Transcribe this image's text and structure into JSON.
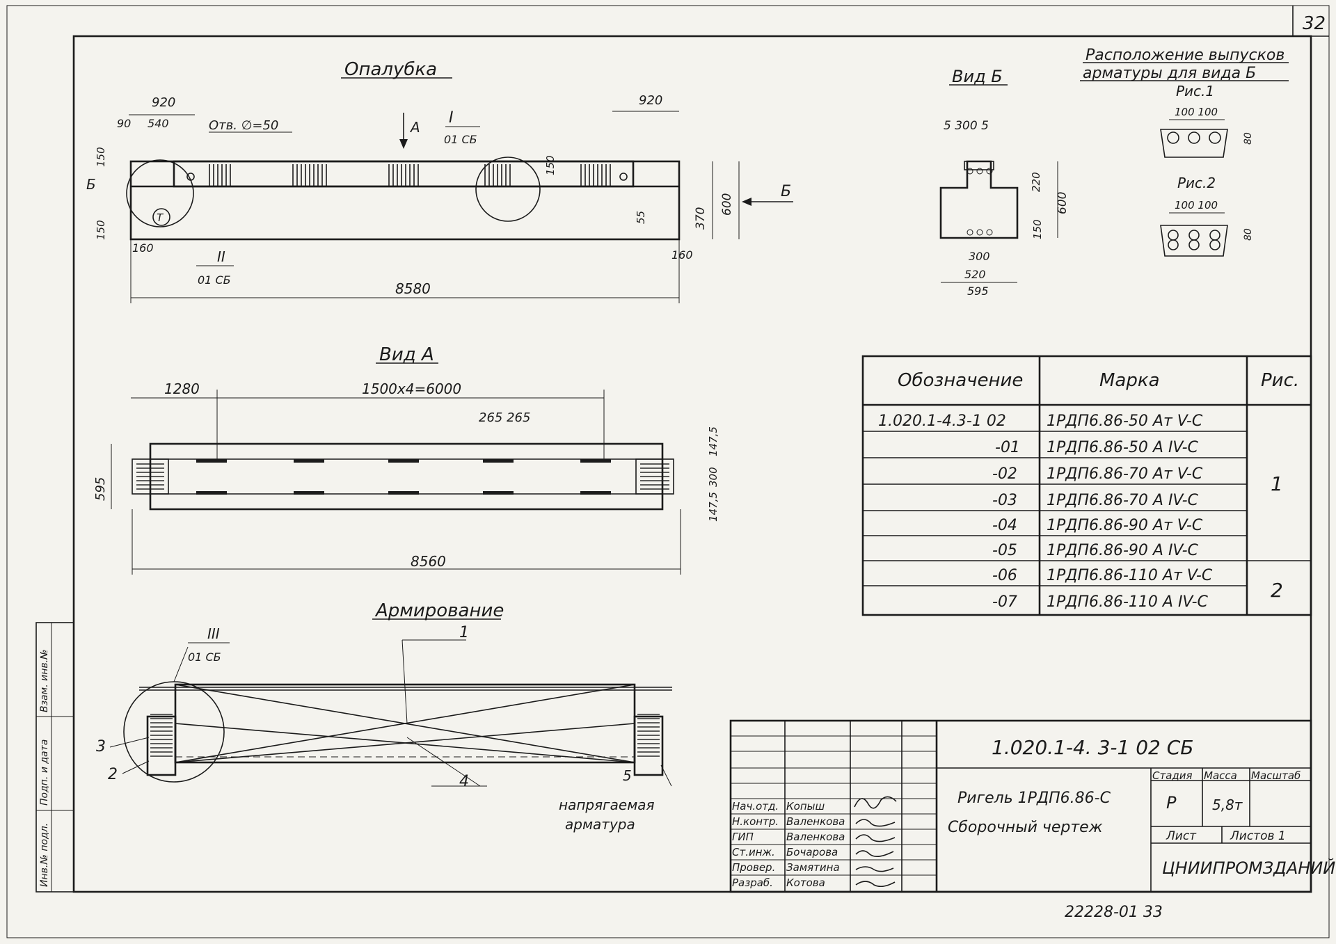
{
  "sheet_number": "32",
  "archive_number": "22228-01 33",
  "side_stamp": [
    "Инв.№ подл.",
    "Подп. и дата",
    "Взам. инв.№"
  ],
  "views": {
    "formwork": {
      "title": "Опалубка",
      "dim_length": "8580",
      "dim_920_left": "920",
      "dim_920_right": "920",
      "dim_90": "90",
      "dim_540": "540",
      "hole_label": "Отв. ∅=50",
      "callout_I": "I",
      "callout_II": "II",
      "callout_ref": "01 СБ",
      "arrow_a": "А",
      "arrow_b": "Б",
      "lift_mark": "Т",
      "dim_150_a": "150",
      "dim_150_b": "150",
      "dim_150_c": "150",
      "dim_160_left": "160",
      "dim_160_right": "160",
      "dim_55": "55",
      "dim_370": "370",
      "dim_600": "600"
    },
    "view_b": {
      "title": "Вид Б",
      "dim_top": "5  300  5",
      "dim_220": "220",
      "dim_150": "150",
      "dim_600": "600",
      "dim_300": "300",
      "dim_520": "520",
      "dim_595": "595"
    },
    "outlets": {
      "title_1": "Расположение выпусков",
      "title_2": "арматуры для вида Б",
      "fig1": "Рис.1",
      "fig2": "Рис.2",
      "spacing": "100 100",
      "dim_80": "80"
    },
    "view_a": {
      "title": "Вид А",
      "dim_1280": "1280",
      "dim_span": "1500x4=6000",
      "dim_265": "265 265",
      "dim_length": "8560",
      "dim_595": "595",
      "dim_1475_a": "147,5",
      "dim_300": "300",
      "dim_1475_b": "147,5"
    },
    "reinforcement": {
      "title": "Армирование",
      "callout_III": "III",
      "callout_ref": "01 СБ",
      "pos_1": "1",
      "pos_2": "2",
      "pos_3": "3",
      "pos_4": "4",
      "pos_5": "5",
      "note_1": "напрягаемая",
      "note_2": "арматура"
    }
  },
  "table": {
    "headers": [
      "Обозначение",
      "Марка",
      "Рис."
    ],
    "rows": [
      {
        "designation": "1.020.1-4.3-1 02",
        "mark": "1РДП6.86-50 Ат V-С"
      },
      {
        "designation": "-01",
        "mark": "1РДП6.86-50 А IV-С"
      },
      {
        "designation": "-02",
        "mark": "1РДП6.86-70 Ат V-С"
      },
      {
        "designation": "-03",
        "mark": "1РДП6.86-70 А IV-С"
      },
      {
        "designation": "-04",
        "mark": "1РДП6.86-90 Ат V-С"
      },
      {
        "designation": "-05",
        "mark": "1РДП6.86-90 А IV-С"
      },
      {
        "designation": "-06",
        "mark": "1РДП6.86-110 Ат V-С"
      },
      {
        "designation": "-07",
        "mark": "1РДП6.86-110 А IV-С"
      }
    ],
    "fig_groups": [
      "1",
      "2"
    ]
  },
  "title_block": {
    "doc_code": "1.020.1-4.  3-1 02 СБ",
    "name_1": "Ригель 1РДП6.86-С",
    "name_2": "Сборочный чертеж",
    "stage_h": "Стадия",
    "mass_h": "Масса",
    "scale_h": "Масштаб",
    "stage": "Р",
    "mass": "5,8т",
    "sheet_h": "Лист",
    "sheets_h": "Листов 1",
    "org": "ЦНИИПРОМЗДАНИЙ",
    "roles": [
      {
        "role": "Нач.отд.",
        "name": "Копыш"
      },
      {
        "role": "Н.контр.",
        "name": "Валенкова"
      },
      {
        "role": "ГИП",
        "name": "Валенкова"
      },
      {
        "role": "Ст.инж.",
        "name": "Бочарова"
      },
      {
        "role": "Провер.",
        "name": "Замятина"
      },
      {
        "role": "Разраб.",
        "name": "Котова"
      }
    ]
  }
}
